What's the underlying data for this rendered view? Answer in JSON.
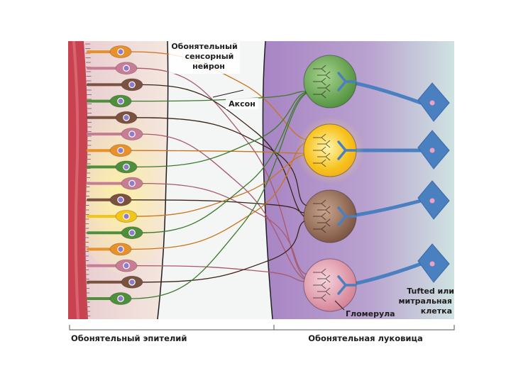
{
  "labels": {
    "sensory_neuron_line1": "Обонятельный",
    "sensory_neuron_line2": "сенсорный",
    "sensory_neuron_line3": "нейрон",
    "axon": "Аксон",
    "glomerulus": "Гломерула",
    "mitral_line1": "Tufted или",
    "mitral_line2": "митральная",
    "mitral_line3": "клетка",
    "epithelium": "Обонятельный эпителий",
    "bulb": "Обонятельная луковица"
  },
  "colors": {
    "orange": "#e8902a",
    "pink": "#c77d95",
    "brown": "#7a5340",
    "green": "#4f8f3c",
    "yellow": "#f2c51a",
    "nucleus": "#8f7bc8",
    "mitral_cell": "#4a7fc0",
    "epithelium_edge": "#c8424f",
    "bulb_bg": "#a88ac4",
    "glomerulus_green": "#5fa047",
    "glomerulus_yellow": "#f7c21c",
    "glomerulus_brown": "#8a6248",
    "glomerulus_pink": "#d98a9a"
  },
  "neuron_types": [
    "orange",
    "pink",
    "brown",
    "green",
    "brown",
    "pink",
    "orange",
    "green",
    "pink",
    "brown",
    "yellow",
    "green",
    "orange",
    "pink",
    "brown",
    "green"
  ]
}
